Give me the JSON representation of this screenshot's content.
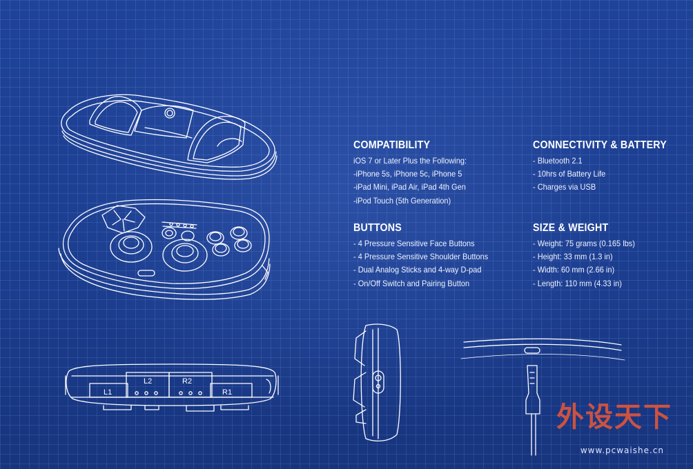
{
  "sections": {
    "compatibility": {
      "title": "COMPATIBILITY",
      "lines": [
        "iOS 7 or Later Plus the Following:",
        "-iPhone 5s, iPhone 5c, iPhone 5",
        "-iPad Mini, iPad Air, iPad 4th Gen",
        "-iPod Touch (5th Generation)"
      ]
    },
    "connectivity": {
      "title": "CONNECTIVITY & BATTERY",
      "lines": [
        "- Bluetooth 2.1",
        "- 10hrs of Battery Life",
        "- Charges via USB"
      ]
    },
    "buttons": {
      "title": "BUTTONS",
      "lines": [
        "- 4 Pressure Sensitive Face Buttons",
        "- 4 Pressure Sensitive Shoulder Buttons",
        "- Dual Analog Sticks and 4-way D-pad",
        "- On/Off Switch and Pairing Button"
      ]
    },
    "size": {
      "title": "SIZE & WEIGHT",
      "lines": [
        "- Weight: 75 grams (0.165 lbs)",
        "- Height: 33 mm (1.3 in)",
        "- Width: 60 mm (2.66 in)",
        "- Length: 110 mm (4.33 in)"
      ]
    }
  },
  "labels": {
    "l2": "L2",
    "r2": "R2",
    "l1": "L1",
    "r1": "R1"
  },
  "watermark": {
    "brand": "外设天下",
    "url": "www.pcwaishe.cn"
  },
  "colors": {
    "background": "#1d3f92",
    "line": "#ffffff",
    "watermark": "#e0563a"
  }
}
